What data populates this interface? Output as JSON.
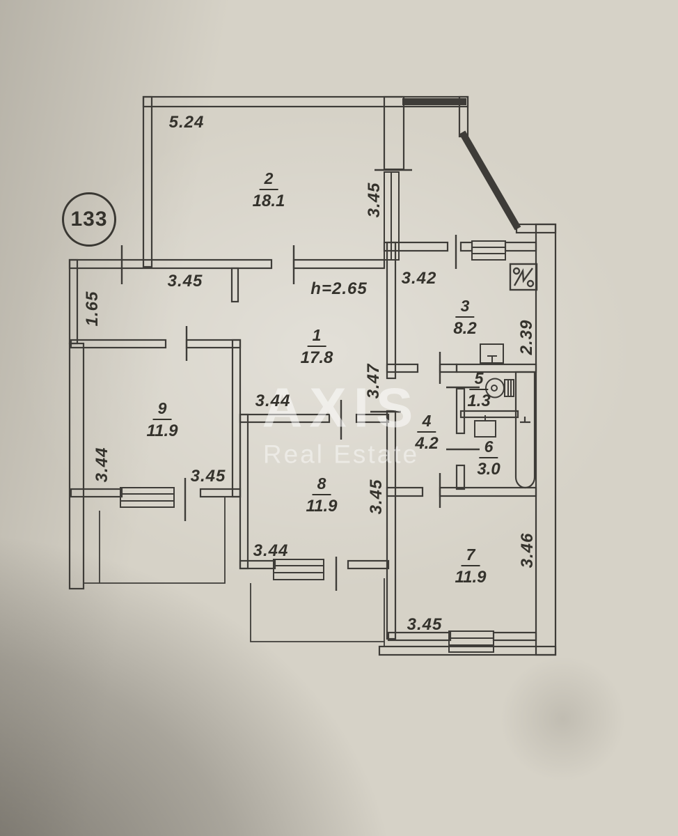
{
  "plan": {
    "apartment_number": "133",
    "ceiling_height_note": "h=2.65",
    "watermark": {
      "brand": "AXIS",
      "tagline": "Real Estate"
    },
    "rooms": [
      {
        "number": "1",
        "area": "17.8"
      },
      {
        "number": "2",
        "area": "18.1"
      },
      {
        "number": "3",
        "area": "8.2"
      },
      {
        "number": "4",
        "area": "4.2"
      },
      {
        "number": "5",
        "area": "1.3"
      },
      {
        "number": "6",
        "area": "3.0"
      },
      {
        "number": "7",
        "area": "11.9"
      },
      {
        "number": "8",
        "area": "11.9"
      },
      {
        "number": "9",
        "area": "11.9"
      }
    ],
    "dimensions": {
      "room2_width": "5.24",
      "room2_side": "3.45",
      "hall_top": "3.45",
      "hall_left_side": "1.65",
      "kitchen_width": "3.42",
      "kitchen_side": "2.39",
      "hall_mid_width": "3.44",
      "corridor_side": "3.47",
      "room9_side": "3.44",
      "room9_width": "3.45",
      "room8_side": "3.45",
      "room8_width": "3.44",
      "room7_side": "3.46",
      "room7_width": "3.45"
    }
  }
}
